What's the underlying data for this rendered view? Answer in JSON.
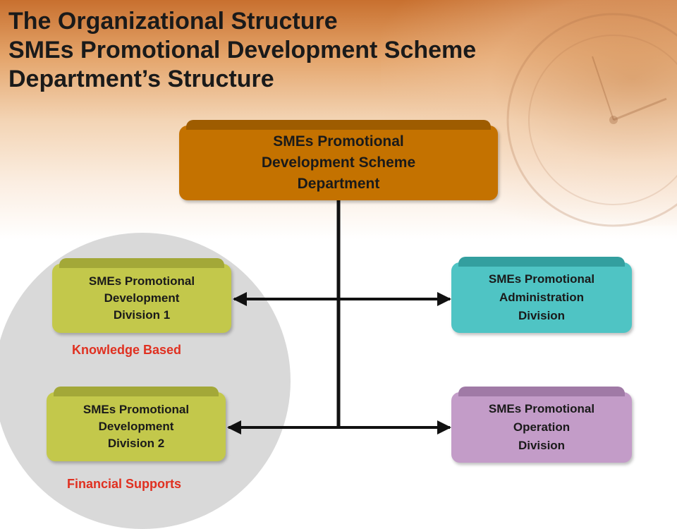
{
  "title": {
    "line1": "The Organizational  Structure",
    "line2": "SMEs Promotional Development Scheme",
    "line3": "Department’s Structure"
  },
  "nodes": {
    "department": {
      "lines": [
        "SMEs Promotional",
        "Development Scheme",
        "Department"
      ],
      "color": "#c47200"
    },
    "division1": {
      "lines": [
        "SMEs Promotional",
        "Development",
        "Division 1"
      ],
      "color": "#c3c84b"
    },
    "division2": {
      "lines": [
        "SMEs Promotional",
        "Development",
        "Division 2"
      ],
      "color": "#c3c84b"
    },
    "administration": {
      "lines": [
        "SMEs Promotional",
        "Administration",
        "Division"
      ],
      "color": "#4fc4c4"
    },
    "operation": {
      "lines": [
        "SMEs Promotional",
        "Operation",
        "Division"
      ],
      "color": "#c39cc8"
    }
  },
  "notes": {
    "knowledge": "Knowledge Based",
    "financial": "Financial Supports"
  },
  "colors": {
    "note_text": "#e03020",
    "connector": "#111111",
    "circle": "#d9d9d9"
  }
}
